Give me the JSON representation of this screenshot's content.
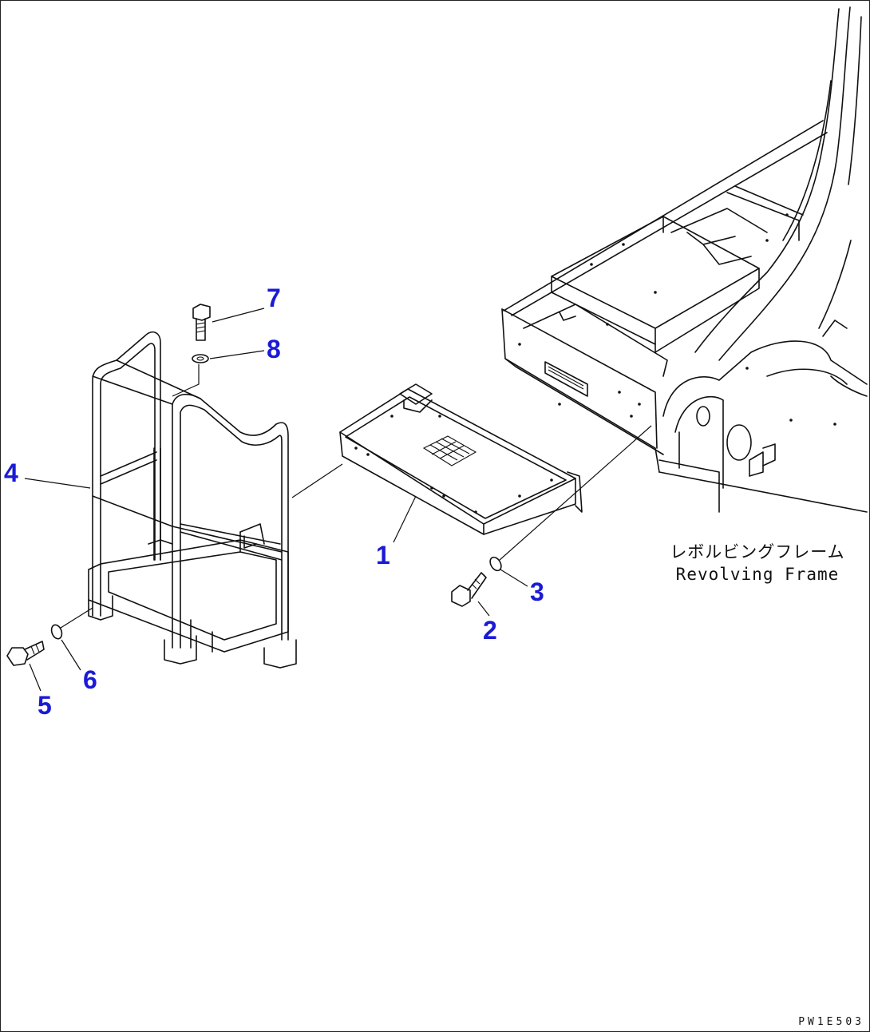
{
  "callouts": {
    "c1": "1",
    "c2": "2",
    "c3": "3",
    "c4": "4",
    "c5": "5",
    "c6": "6",
    "c7": "7",
    "c8": "8"
  },
  "frame_label": {
    "japanese": "レボルビングフレーム",
    "english": "Revolving Frame"
  },
  "drawing_code": "PW1E503",
  "colors": {
    "callout": "#1a1ad6",
    "line": "#111111"
  }
}
